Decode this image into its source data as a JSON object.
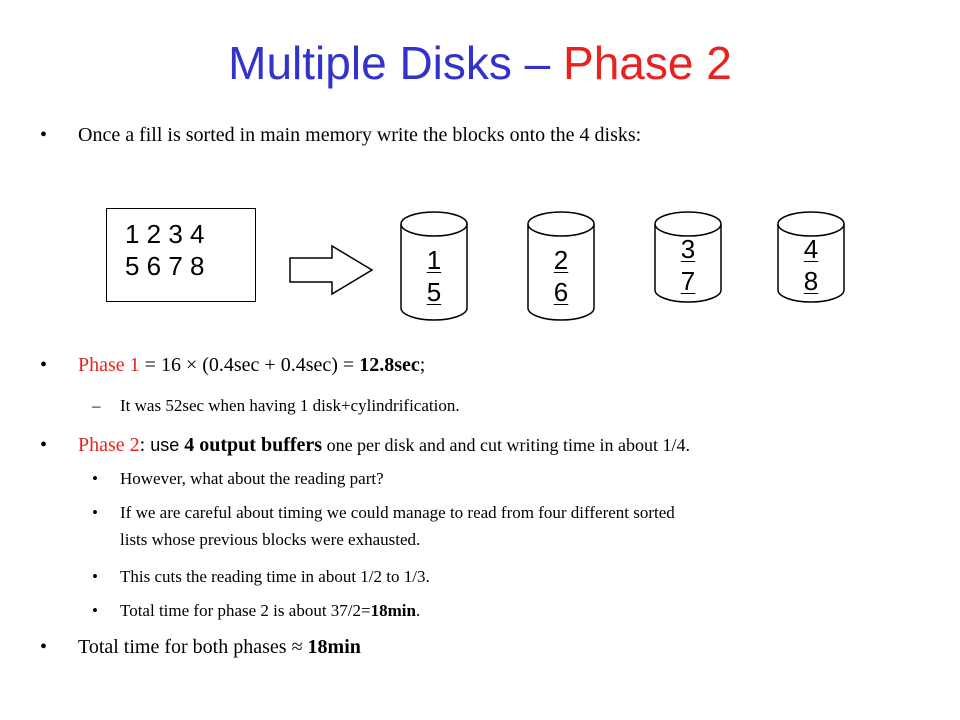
{
  "slide": {
    "title_main": "Multiple Disks – ",
    "title_accent": "Phase 2",
    "intro": "Once a fill is sorted in main memory write the blocks onto the 4 disks:",
    "memory_block": {
      "row1": "1 2 3 4",
      "row2": "5 6 7 8"
    },
    "disks": [
      {
        "top": "1",
        "bottom": "5"
      },
      {
        "top": "2",
        "bottom": "6"
      },
      {
        "top": "3",
        "bottom": "7"
      },
      {
        "top": "4",
        "bottom": "8"
      }
    ],
    "phase1": {
      "label": "Phase 1",
      "formula": " = 16 × (0.4sec + 0.4sec) = ",
      "result": "12.8sec",
      "tail": ";",
      "sub": "It was 52sec when having 1 disk+cylindrification."
    },
    "phase2": {
      "label": "Phase 2",
      "colon": ": ",
      "use": "use ",
      "buffers": "4 output buffers",
      "rest": " one per disk and and cut writing time in about 1/4.",
      "sub_items": [
        "However, what about the reading part?",
        "If we are careful about timing we could manage to read from four different sorted",
        "lists whose previous blocks were exhausted.",
        "This cuts the reading time in about 1/2 to 1/3."
      ],
      "total_prefix": "Total time for phase 2 is about 37/2=",
      "total_value": "18min",
      "total_suffix": "."
    },
    "total": {
      "text": "Total time for both phases ",
      "approx": "≈",
      "value": " 18min"
    },
    "bullet_glyph": "•",
    "dash_glyph": "–"
  }
}
